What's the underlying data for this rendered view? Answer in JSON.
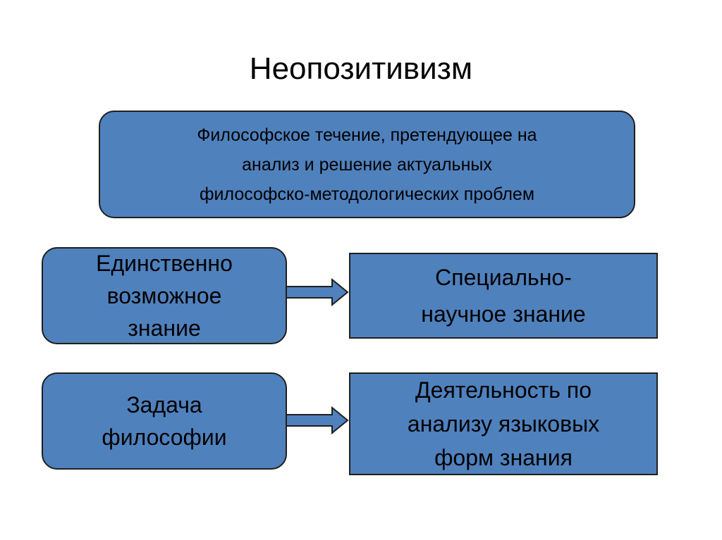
{
  "title": "Неопозитивизм",
  "definition": "Философское течение, претендующее на\nанализ и решение актуальных\nфилософско-методологических проблем",
  "rows": [
    {
      "left": "Единственно\nвозможное\nзнание",
      "right": "Специально-\nнаучное знание"
    },
    {
      "left": "Задача\nфилософии",
      "right": "Деятельность по\nанализу языковых\nформ знания"
    }
  ],
  "colors": {
    "box_fill": "#4f81bd",
    "border": "#1f1f1f",
    "text": "#000000"
  }
}
